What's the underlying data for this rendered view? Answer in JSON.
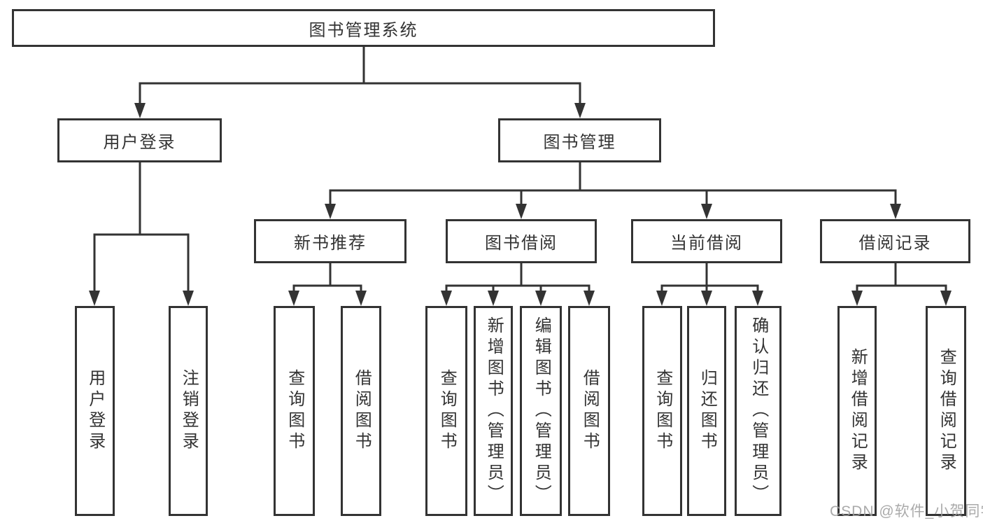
{
  "diagram": {
    "root": {
      "label": "图书管理系统"
    },
    "level1": {
      "login": {
        "label": "用户登录"
      },
      "book_mgmt": {
        "label": "图书管理"
      }
    },
    "level2": {
      "new_book": {
        "label": "新书推荐"
      },
      "borrow": {
        "label": "图书借阅"
      },
      "current": {
        "label": "当前借阅"
      },
      "history": {
        "label": "借阅记录"
      }
    },
    "leaves": {
      "login": [
        "用户登录",
        "注销登录"
      ],
      "new_book": [
        "查询图书",
        "借阅图书"
      ],
      "borrow": [
        "查询图书",
        "新增图书（管理员）",
        "编辑图书（管理员）",
        "借阅图书"
      ],
      "current": [
        "查询图书",
        "归还图书",
        "确认归还（管理员）"
      ],
      "history": [
        "新增借阅记录",
        "查询借阅记录"
      ]
    },
    "colors": {
      "line": "#333333",
      "text": "#333333",
      "background": "#ffffff",
      "watermark": "#9e9e9e"
    }
  },
  "watermark": {
    "text": "CSDN @软件_小贺同学"
  }
}
